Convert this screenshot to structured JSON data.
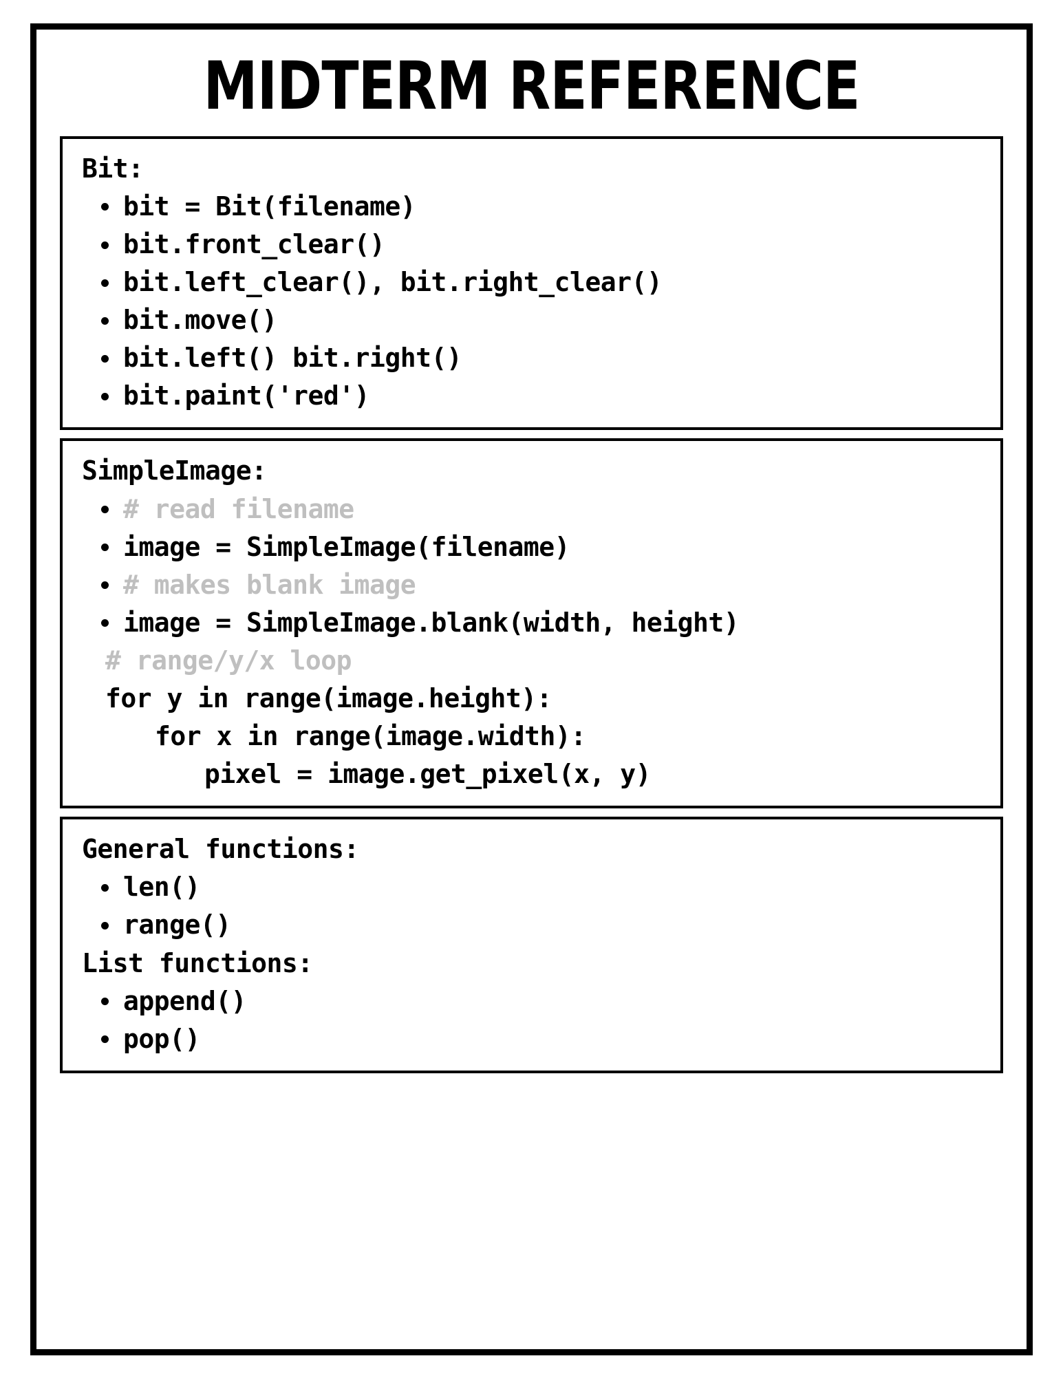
{
  "title": "MIDTERM REFERENCE",
  "sections": [
    {
      "name": "bit-section",
      "heading": "Bit:",
      "lines": [
        {
          "text": "bit = Bit(filename)",
          "style": "bullet",
          "color": "black"
        },
        {
          "text": "bit.front_clear()",
          "style": "bullet",
          "color": "black"
        },
        {
          "text": "bit.left_clear(), bit.right_clear()",
          "style": "bullet",
          "color": "black"
        },
        {
          "text": "bit.move()",
          "style": "bullet",
          "color": "black"
        },
        {
          "text": "bit.left() bit.right()",
          "style": "bullet",
          "color": "black"
        },
        {
          "text": "bit.paint('red')",
          "style": "bullet",
          "color": "black"
        }
      ]
    },
    {
      "name": "simpleimage-section",
      "heading": "SimpleImage:",
      "lines": [
        {
          "text": "# read filename",
          "style": "bullet",
          "color": "gray"
        },
        {
          "text": "image = SimpleImage(filename)",
          "style": "bullet",
          "color": "black"
        },
        {
          "text": "# makes blank image",
          "style": "bullet",
          "color": "gray"
        },
        {
          "text": "image = SimpleImage.blank(width, height)",
          "style": "bullet",
          "color": "black"
        },
        {
          "text": "# range/y/x loop",
          "style": "plain",
          "color": "gray"
        },
        {
          "text": "for y in range(image.height):",
          "style": "plain",
          "color": "black"
        },
        {
          "text": "for x in range(image.width):",
          "style": "indent-1",
          "color": "black"
        },
        {
          "text": "pixel = image.get_pixel(x, y)",
          "style": "indent-2",
          "color": "black"
        }
      ]
    },
    {
      "name": "functions-section",
      "heading": "General functions:",
      "lines": [
        {
          "text": "len()",
          "style": "bullet",
          "color": "black"
        },
        {
          "text": "range()",
          "style": "bullet",
          "color": "black"
        },
        {
          "text": "List functions:",
          "style": "head",
          "color": "black"
        },
        {
          "text": "append()",
          "style": "bullet",
          "color": "black"
        },
        {
          "text": "pop()",
          "style": "bullet",
          "color": "black"
        }
      ]
    }
  ],
  "colors": {
    "ink": "#000000",
    "comment": "#bfbfbf",
    "paper": "#ffffff"
  }
}
